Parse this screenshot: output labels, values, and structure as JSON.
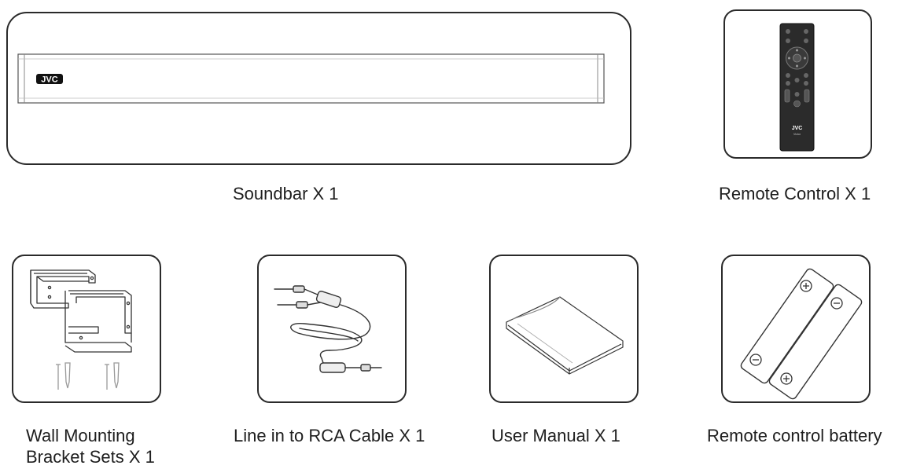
{
  "items": {
    "soundbar": {
      "label": "Soundbar X 1",
      "brand": "JVC"
    },
    "remote": {
      "label": "Remote Control X 1",
      "brand": "JVC",
      "brand_sub": "Victor"
    },
    "bracket": {
      "label_line1": "Wall Mounting",
      "label_line2": "Bracket Sets X 1"
    },
    "cable": {
      "label": "Line in to RCA Cable X 1"
    },
    "manual": {
      "label": "User Manual X 1"
    },
    "battery": {
      "label": "Remote control battery"
    }
  }
}
